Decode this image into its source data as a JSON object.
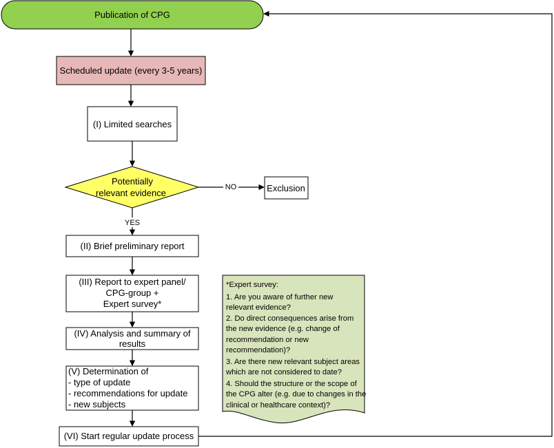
{
  "nodes": {
    "publication": {
      "label": "Publication of CPG",
      "fill": "#92d050"
    },
    "scheduled_update": {
      "label": "Scheduled update (every 3-5 years)",
      "fill": "#e6b8b7"
    },
    "limited_searches": {
      "label": "(I)  Limited searches"
    },
    "decision": {
      "lines": [
        "Potentially",
        "relevant evidence"
      ],
      "fill": "#ffff66"
    },
    "exclusion": {
      "label": "Exclusion"
    },
    "preliminary_report": {
      "label": "(II)  Brief preliminary report"
    },
    "report_expert": {
      "lines": [
        "(III) Report to expert panel/",
        "CPG-group +",
        "Expert survey*"
      ]
    },
    "analysis": {
      "lines": [
        "(IV) Analysis and summary of",
        "results"
      ]
    },
    "determination": {
      "lines": [
        "(V) Determination of",
        "- type of update",
        "- recommendations for update",
        "- new subjects"
      ]
    },
    "start_update": {
      "label": "(VI) Start regular update process"
    }
  },
  "edges": {
    "no_label": "NO",
    "yes_label": "YES"
  },
  "note": {
    "fill": "#d8e4bc",
    "lines": [
      "*Expert survey:",
      "1. Are you aware of further new",
      "relevant evidence?",
      "2. Do direct consequences arise from",
      "the new evidence (e.g. change of",
      "recommendation or new",
      "recommendation)?",
      "3. Are there new relevant subject areas",
      "which are not considered to date?",
      "4. Should the structure or the scope of",
      "the CPG alter (e.g. due to changes in the",
      "clinical or healthcare context)?"
    ]
  }
}
